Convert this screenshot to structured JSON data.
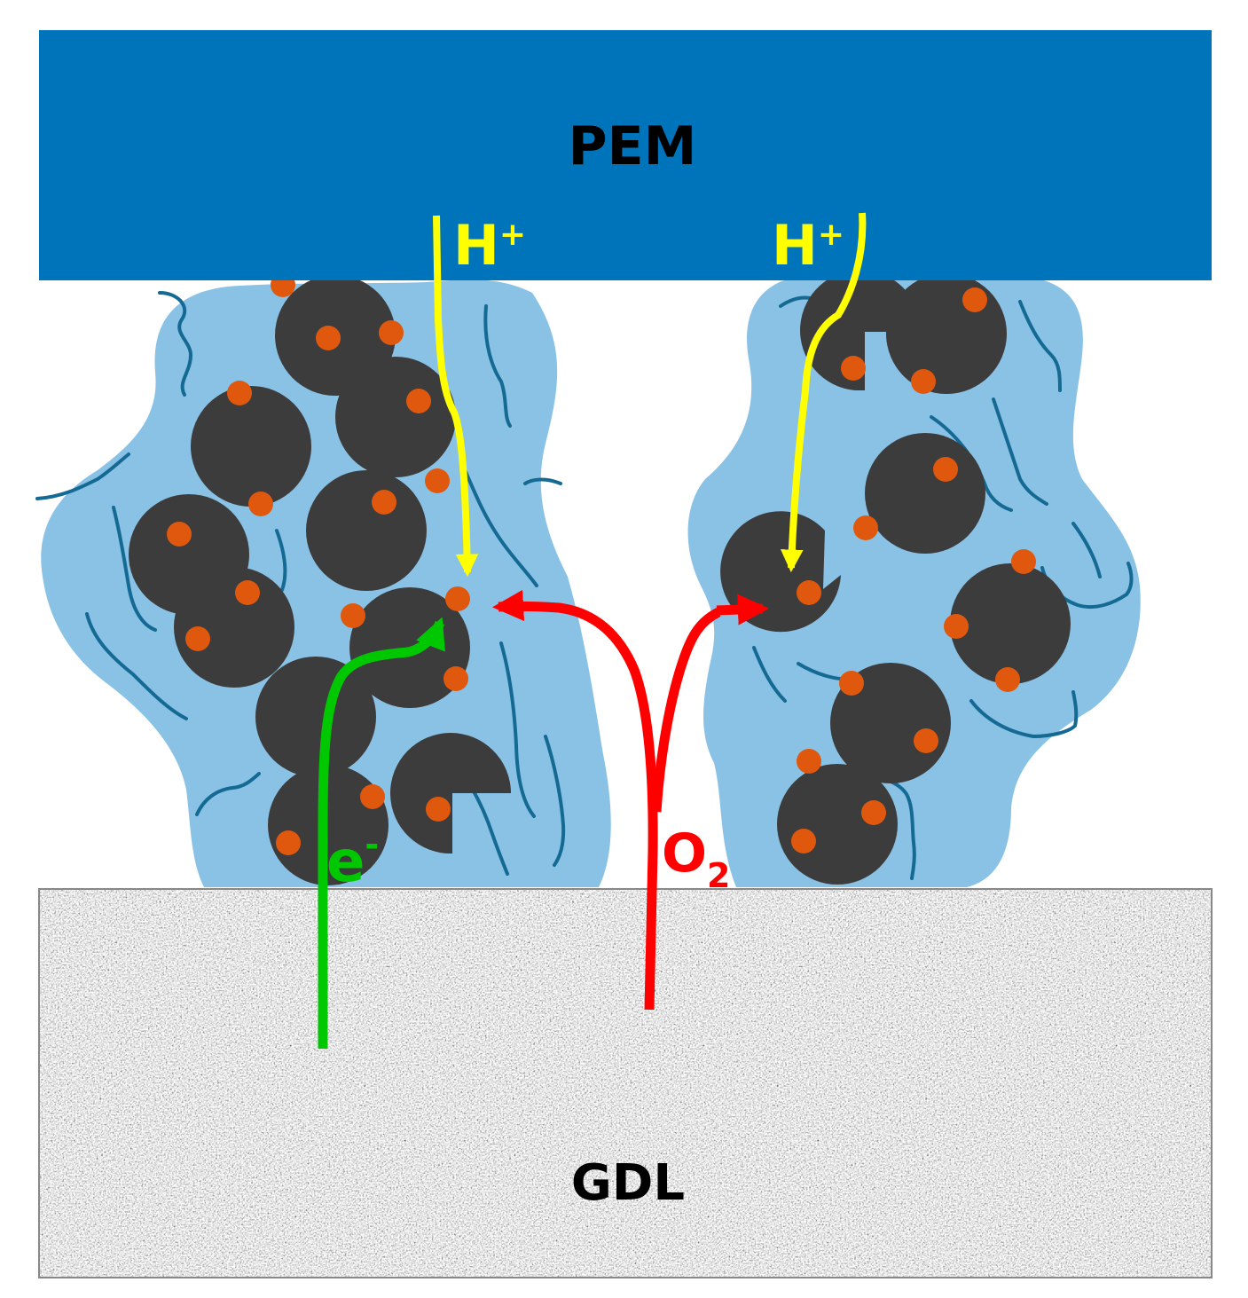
{
  "labels": {
    "pem": "PEM",
    "gdl": "GDL",
    "proton_left": {
      "base": "H",
      "sup": "+"
    },
    "proton_right": {
      "base": "H",
      "sup": "+"
    },
    "electron": {
      "base": "e",
      "sup": "-"
    },
    "oxygen": {
      "base": "O",
      "sub": "2"
    }
  },
  "colors": {
    "pem": "#0074bb",
    "ionomer": "#8ac2e6",
    "ionomer_strand": "#156a94",
    "carbon": "#3c3c3c",
    "platinum": "#e0580e",
    "proton_path": "#ffff00",
    "electron_path": "#00c800",
    "oxygen_path": "#ff0000",
    "gdl_base": "#a8a8a8",
    "gdl_border": "#888888"
  }
}
